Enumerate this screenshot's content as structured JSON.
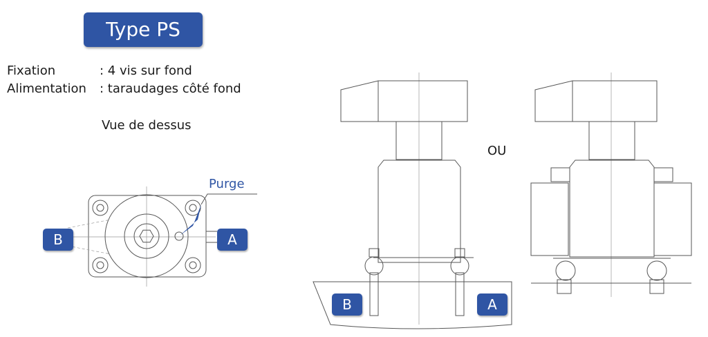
{
  "title": "Type PS",
  "specs": [
    {
      "key": "Fixation",
      "value": ": 4 vis sur fond"
    },
    {
      "key": "Alimentation",
      "value": ": taraudages côté fond"
    }
  ],
  "view_label": "Vue de dessus",
  "ou_label": "OU",
  "purge_label": "Purge",
  "ports": {
    "b": "B",
    "a": "A"
  },
  "colors": {
    "accent": "#2f55a4",
    "line": "#555555",
    "badge_text": "#ffffff"
  }
}
